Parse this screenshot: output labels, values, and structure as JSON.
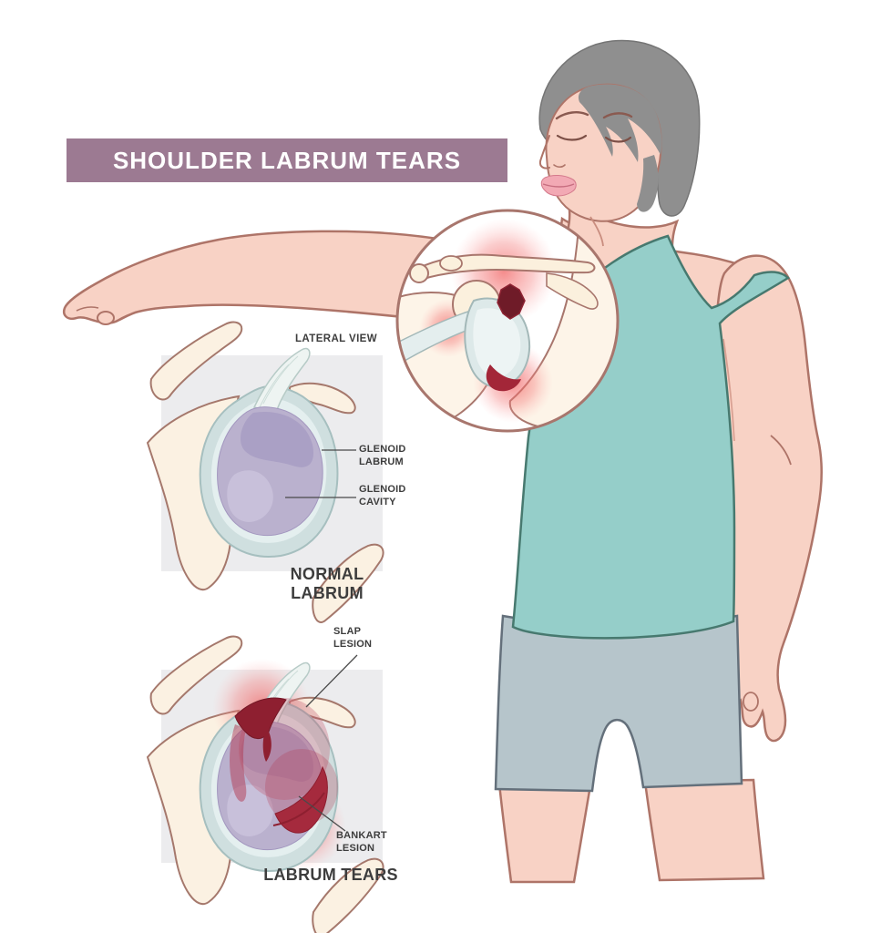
{
  "banner": {
    "title": "SHOULDER LABRUM TEARS",
    "bg_color": "#9c7a92",
    "text_color": "#ffffff"
  },
  "normal_diagram": {
    "view_label": "LATERAL VIEW",
    "labels": {
      "glenoid_labrum": "GLENOID LABRUM",
      "glenoid_cavity": "GLENOID CAVITY"
    },
    "caption": "NORMAL LABRUM"
  },
  "tears_diagram": {
    "labels": {
      "slap_lesion": "SLAP LESION",
      "bankart_lesion": "BANKART LESION"
    },
    "caption": "LABRUM TEARS"
  },
  "colors": {
    "banner_bg": "#9c7a92",
    "skin": "#f8d2c5",
    "skin_outline": "#ae7468",
    "bone_cream": "#fbf1e2",
    "hair_gray": "#8f8f8f",
    "tank_teal": "#95cec9",
    "tank_outline": "#47796f",
    "shorts_gray": "#b6c5cb",
    "panel_gray": "#ececee",
    "labrum_ring": "#cfdfdf",
    "glenoid_purple": "#bab1ce",
    "lesion_dark_red": "#8e1f30",
    "glow_red": "#f05a5a",
    "inset_border": "#a8766d",
    "label_text": "#3d3d3d"
  }
}
